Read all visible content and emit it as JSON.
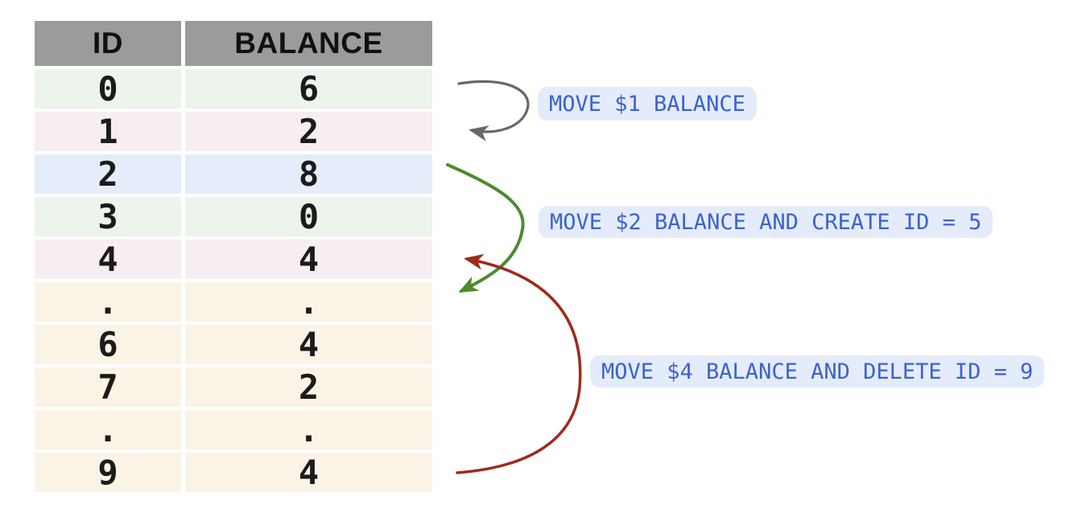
{
  "table": {
    "headers": [
      {
        "label": "ID"
      },
      {
        "label": "BALANCE"
      }
    ],
    "header_bg": "#9b9b9b",
    "row_colors": {
      "green": "#ecf4ec",
      "pink": "#f6eef3",
      "blue": "#e5edfa",
      "cream": "#fbf3e6"
    },
    "rows": [
      {
        "id": "0",
        "balance": "6",
        "color": "green"
      },
      {
        "id": "1",
        "balance": "2",
        "color": "pink"
      },
      {
        "id": "2",
        "balance": "8",
        "color": "blue"
      },
      {
        "id": "3",
        "balance": "0",
        "color": "green"
      },
      {
        "id": "4",
        "balance": "4",
        "color": "pink"
      },
      {
        "id": ".",
        "balance": ".",
        "color": "cream"
      },
      {
        "id": "6",
        "balance": "4",
        "color": "cream"
      },
      {
        "id": "7",
        "balance": "2",
        "color": "cream"
      },
      {
        "id": ".",
        "balance": ".",
        "color": "cream"
      },
      {
        "id": "9",
        "balance": "4",
        "color": "cream"
      }
    ]
  },
  "annotations": [
    {
      "text": "MOVE $1 BALANCE",
      "arrow_color": "#65696c"
    },
    {
      "text": "MOVE $2 BALANCE AND CREATE ID = 5",
      "arrow_color": "#4e8b2e"
    },
    {
      "text": "MOVE $4 BALANCE AND DELETE ID = 9",
      "arrow_color": "#9e2b1d"
    }
  ],
  "label_style": {
    "bg": "#e4ebfb",
    "text_color": "#3b63ce"
  }
}
